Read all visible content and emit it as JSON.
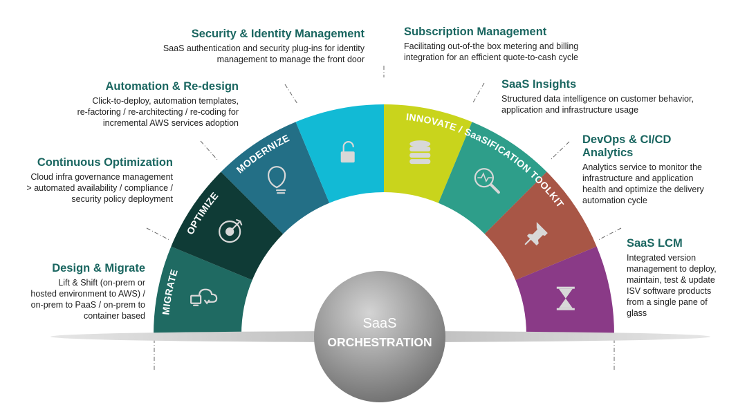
{
  "center": {
    "line1": "SaaS",
    "line2": "ORCHESTRATION"
  },
  "arc_labels": {
    "left": [
      "MIGRATE",
      "OPTIMIZE",
      "MODERNIZE"
    ],
    "right": "INNOVATE / SaaSIFICATION TOOLKIT"
  },
  "segments": [
    {
      "key": "migrate",
      "color": "#1f6a62",
      "icon": "cloud-sync-icon"
    },
    {
      "key": "optimize",
      "color": "#0f3b36",
      "icon": "target-icon"
    },
    {
      "key": "modernize",
      "color": "#236f86",
      "icon": "lightbulb-icon"
    },
    {
      "key": "security",
      "color": "#12bad5",
      "icon": "unlock-icon"
    },
    {
      "key": "subscription",
      "color": "#c9d41c",
      "icon": "database-icon"
    },
    {
      "key": "insights",
      "color": "#2e9e8a",
      "icon": "search-analytics-icon"
    },
    {
      "key": "devops",
      "color": "#a85646",
      "icon": "pushpin-icon"
    },
    {
      "key": "lcm",
      "color": "#8a3a87",
      "icon": "hourglass-icon"
    }
  ],
  "blocks": {
    "security": {
      "title": "Security & Identity Management",
      "lines": [
        "SaaS authentication and security plug-ins for identity",
        "management to manage the front door"
      ]
    },
    "subscription": {
      "title": "Subscription Management",
      "lines": [
        "Facilitating out-of-the box metering and billing",
        "integration for an efficient quote-to-cash cycle"
      ]
    },
    "automation": {
      "title": "Automation & Re-design",
      "lines": [
        "Click-to-deploy, automation templates,",
        "re-factoring / re-architecting / re-coding for",
        "incremental AWS services adoption"
      ]
    },
    "insights": {
      "title": "SaaS Insights",
      "lines": [
        "Structured data intelligence on customer behavior,",
        "application and infrastructure usage"
      ]
    },
    "continuous": {
      "title": "Continuous Optimization",
      "lines": [
        "Cloud  infra governance management",
        ">  automated availability / compliance /",
        "security policy deployment"
      ]
    },
    "devops": {
      "title_lines": [
        "DevOps & CI/CD",
        "Analytics"
      ],
      "lines": [
        "Analytics service to monitor the",
        "infrastructure and application",
        "health and optimize the delivery",
        "automation cycle"
      ]
    },
    "design": {
      "title": "Design & Migrate",
      "lines": [
        "Lift & Shift  (on-prem or",
        "hosted environment to AWS) /",
        "on-prem to PaaS / on-prem to",
        "container based"
      ]
    },
    "lcm": {
      "title": "SaaS LCM",
      "lines": [
        "Integrated version",
        "management to deploy,",
        "maintain, test & update",
        "ISV software products",
        "from a single pane of",
        "glass"
      ]
    }
  }
}
